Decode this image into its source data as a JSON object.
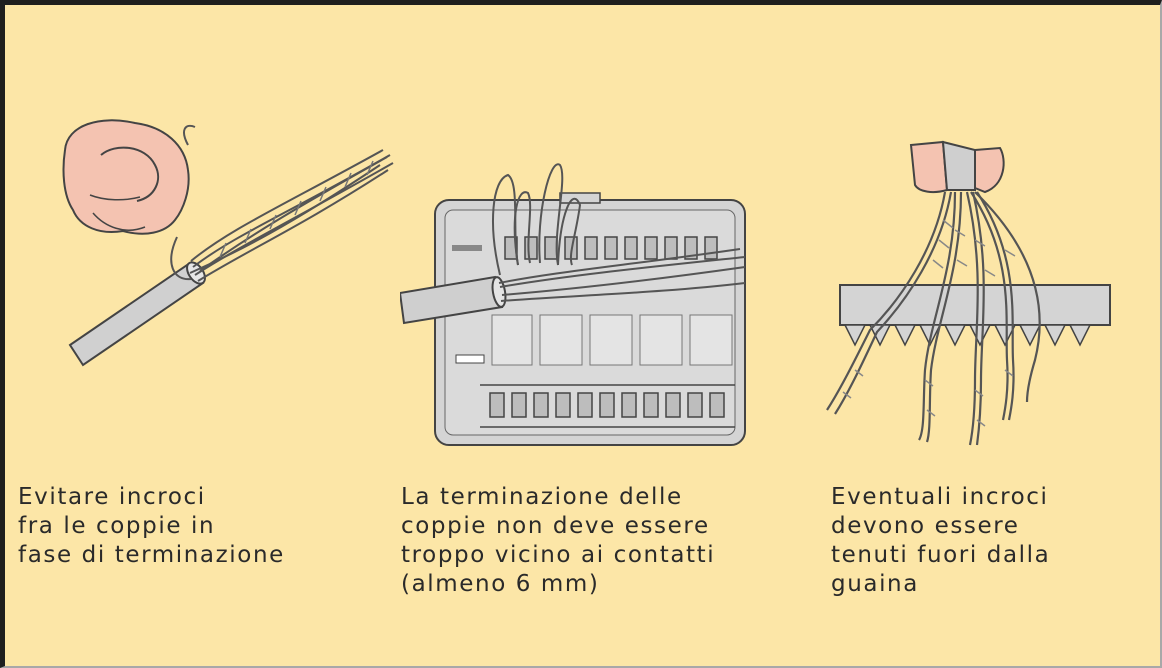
{
  "captions": [
    {
      "lines": [
        "Evitare incroci",
        "fra le coppie in",
        "fase di terminazione"
      ]
    },
    {
      "lines": [
        "La terminazione delle",
        "coppie non deve essere",
        "troppo vicino ai contatti",
        "(almeno 6 mm)"
      ]
    },
    {
      "lines": [
        "Eventuali incroci",
        "devono essere",
        "tenuti fuori dalla",
        "guaina"
      ]
    }
  ],
  "colors": {
    "background": "#FCE6A7",
    "skin": "#F4C3B1",
    "block_gray": "#D4D4D4",
    "line": "#444444"
  },
  "icons": [
    "hand-holding-cable-illustration",
    "terminal-block-illustration",
    "fanned-pairs-comb-illustration"
  ]
}
